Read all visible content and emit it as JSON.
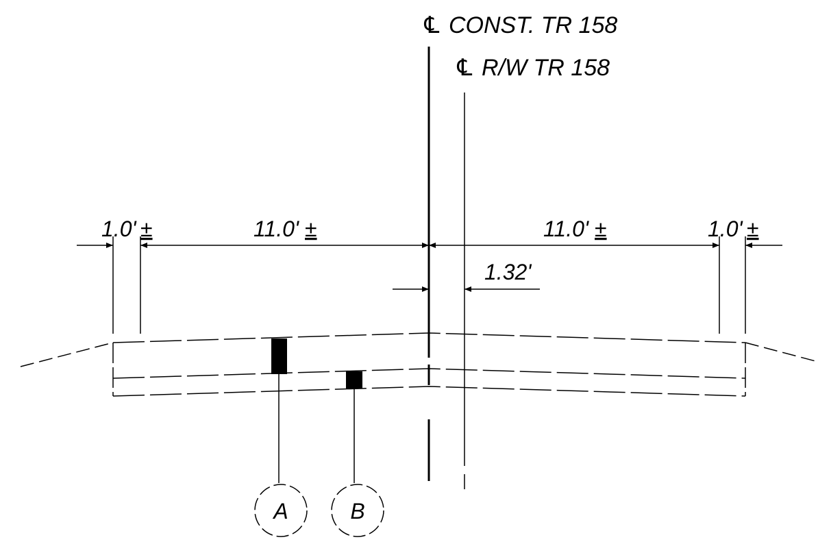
{
  "labels": {
    "cl_const": "CONST. TR 158",
    "cl_rw": "R/W TR 158",
    "cl_symbol": "℄"
  },
  "dimensions": {
    "left_shoulder": "1.0'",
    "left_lane": "11.0'",
    "right_lane": "11.0'",
    "right_shoulder": "1.0'",
    "plus_minus": "±",
    "offset": "1.32'"
  },
  "callouts": {
    "a": "A",
    "b": "B"
  }
}
